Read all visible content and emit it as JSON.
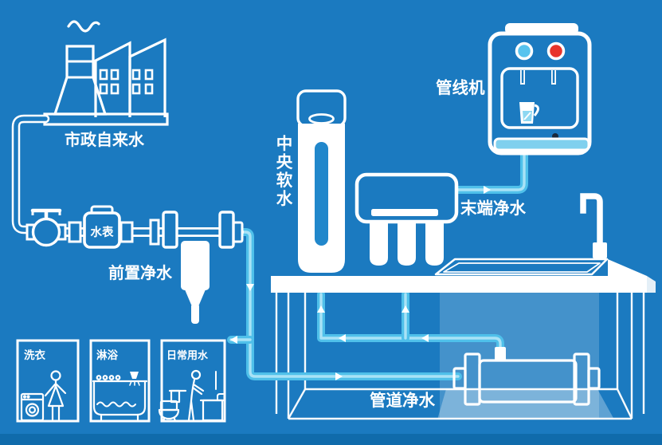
{
  "scene": {
    "background_color": "#1b7ac0",
    "bottom_band_color": "#0f69a9",
    "pipe_color": "#4fc0ea",
    "pipe_highlight_color": "#a9e2f6",
    "line_color": "#ffffff",
    "water_color": "#8ed8f2",
    "hot_dot_color": "#e8342a",
    "cold_dot_color": "#57c3ee"
  },
  "labels": {
    "municipal_water": "市政自来水",
    "water_meter": "水表",
    "pre_filter": "前置净水",
    "central_softener_chars": [
      "中",
      "央",
      "软",
      "水"
    ],
    "terminal_purifier": "末端净水",
    "pipeline_machine": "管线机",
    "pipeline_purifier": "管道净水",
    "panels": {
      "laundry": "洗衣",
      "shower": "淋浴",
      "daily_use": "日常用水"
    }
  }
}
